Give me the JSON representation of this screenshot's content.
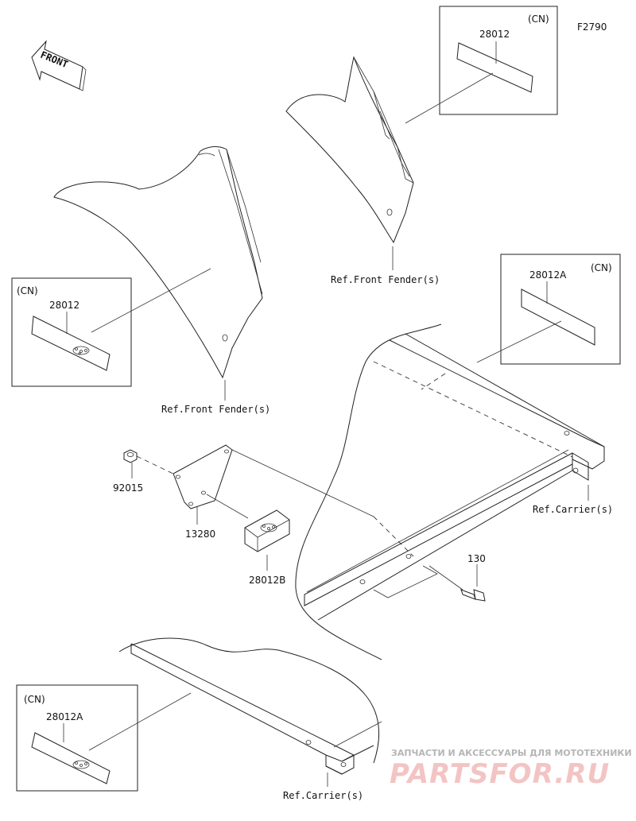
{
  "figure_code": "F2790",
  "front_arrow_label": "FRONT",
  "labels": {
    "cn_top_right": "(CN)",
    "part_28012_top": "28012",
    "ref_front_fender_top": "Ref.Front Fender(s)",
    "cn_left": "(CN)",
    "part_28012_left": "28012",
    "ref_front_fender_left": "Ref.Front Fender(s)",
    "part_28012A_right": "28012A",
    "cn_right": "(CN)",
    "ref_carrier_right": "Ref.Carrier(s)",
    "part_92015": "92015",
    "part_13280": "13280",
    "part_28012B": "28012B",
    "part_130": "130",
    "cn_bottom_left": "(CN)",
    "part_28012A_bottom": "28012A",
    "ref_carrier_bottom": "Ref.Carrier(s)"
  },
  "watermark": {
    "tagline": "ЗАПЧАСТИ И АКСЕССУАРЫ ДЛЯ МОТОТЕХНИКИ",
    "brand": "PARTSFOR.RU"
  }
}
